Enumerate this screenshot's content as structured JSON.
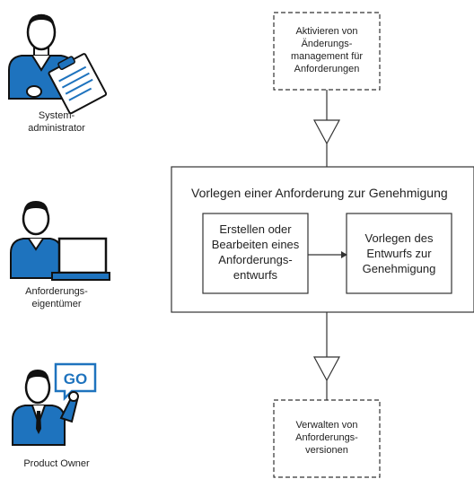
{
  "roles": [
    {
      "label_line1": "System-",
      "label_line2": "administrator",
      "icon": "system-admin-icon"
    },
    {
      "label_line1": "Anforderungs-",
      "label_line2": "eigentümer",
      "icon": "requirement-owner-icon"
    },
    {
      "label": "Product Owner",
      "icon": "product-owner-icon",
      "badge": "GO"
    }
  ],
  "steps": {
    "top": {
      "line1": "Aktivieren von",
      "line2": "Änderungs-",
      "line3": "management für",
      "line4": "Anforderungen"
    },
    "group_title": "Vorlegen einer Anforderung zur Genehmigung",
    "inner_left": {
      "line1": "Erstellen oder",
      "line2": "Bearbeiten eines",
      "line3": "Anforderungs-",
      "line4": "entwurfs"
    },
    "inner_right": {
      "line1": "Vorlegen des",
      "line2": "Entwurfs zur",
      "line3": "Genehmigung"
    },
    "bottom": {
      "line1": "Verwalten von",
      "line2": "Anforderungs-",
      "line3": "versionen"
    }
  },
  "colors": {
    "blue": "#1e73be",
    "dark": "#1a1a1a",
    "line": "#333333"
  }
}
